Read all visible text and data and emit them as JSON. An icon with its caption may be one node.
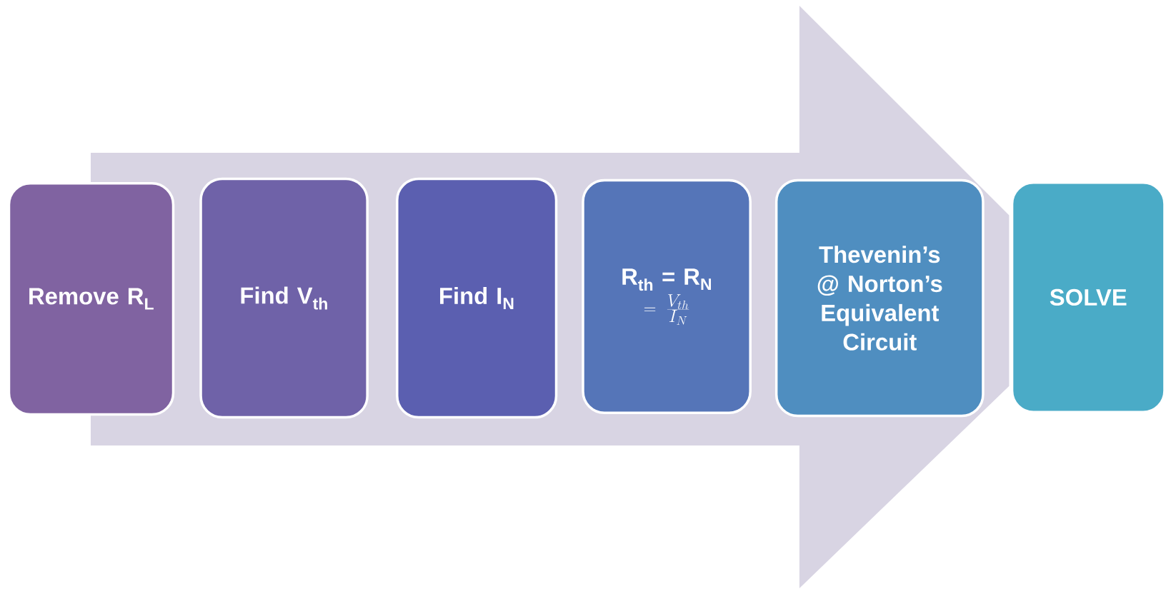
{
  "diagram": {
    "nodes": [
      {
        "text": [
          "Remove R$_{L}$"
        ]
      },
      {
        "text": [
          "Find V$_{th}$"
        ]
      },
      {
        "text": [
          "Find I$_{N}$"
        ]
      },
      {
        "text": [
          "R$_{th}$ = R$_{N}$",
          "=\\frac{V_{th}}{I_{N}}"
        ]
      },
      {
        "text": [
          "Thevenin’s @ Norton’s Equivalent Circuit"
        ]
      },
      {
        "text": [
          "SOLVE"
        ]
      }
    ]
  }
}
